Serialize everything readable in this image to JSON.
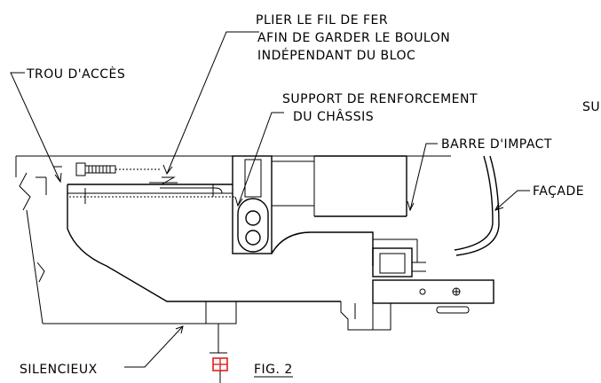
{
  "labels": {
    "bend_wire_1": "PLIER LE FIL DE FER",
    "bend_wire_2": "AFIN DE GARDER LE BOULON",
    "bend_wire_3": "INDÉPENDANT DU BLOC",
    "access_hole": "TROU D'ACCÈS",
    "frame_support_1": "SUPPORT DE RENFORCEMENT",
    "frame_support_2": "DU CHÂSSIS",
    "cut_off": "SU",
    "impact_bar": "BARRE D'IMPACT",
    "facade": "FAÇADE",
    "muffler": "SILENCIEUX",
    "figure": "FIG. 2"
  },
  "colors": {
    "line": "#000000",
    "nut": "#e02020"
  }
}
